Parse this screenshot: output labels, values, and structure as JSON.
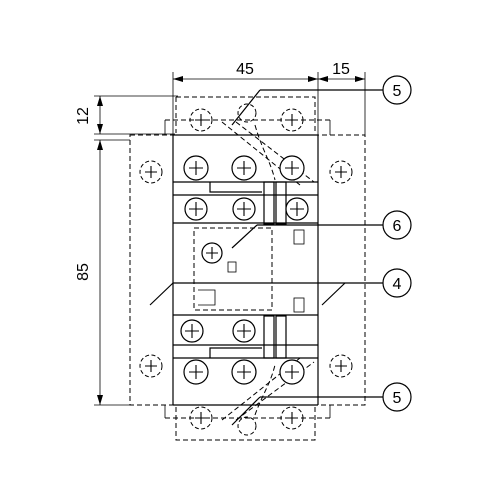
{
  "dimensions": {
    "width_main": "45",
    "width_side": "15",
    "height_top": "12",
    "height_main": "85"
  },
  "callouts": [
    {
      "label": "5"
    },
    {
      "label": "6"
    },
    {
      "label": "4"
    },
    {
      "label": "5"
    }
  ]
}
